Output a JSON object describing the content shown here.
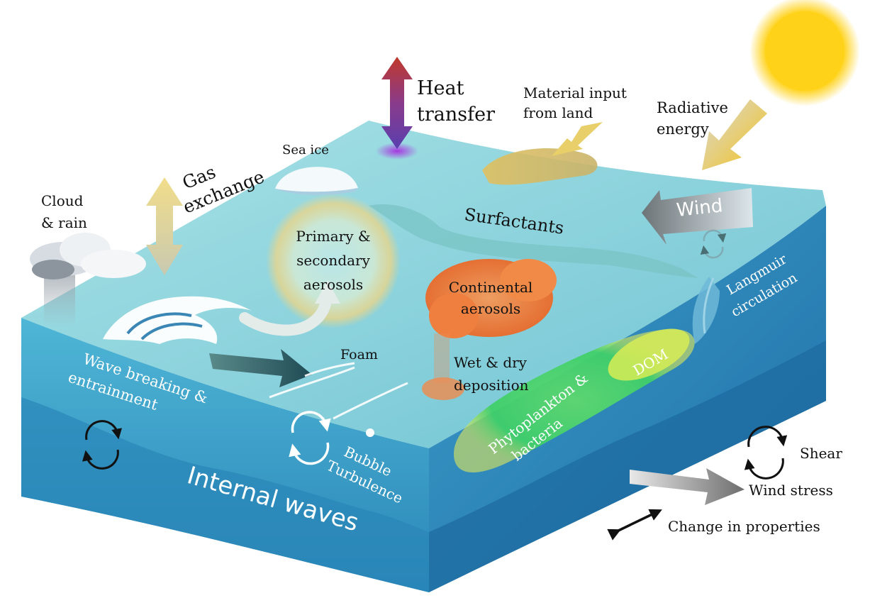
{
  "labels": {
    "heat": [
      "Heat",
      "transfer"
    ],
    "material": [
      "Material input",
      "from land"
    ],
    "radiative": [
      "Radiative",
      "energy"
    ],
    "gas": [
      "Gas",
      "exchange"
    ],
    "sea_ice": "Sea ice",
    "cloud": [
      "Cloud",
      "& rain"
    ],
    "surfactants": "Surfactants",
    "wind": "Wind",
    "aerosols": [
      "Primary &",
      "secondary",
      "aerosols"
    ],
    "continental": [
      "Continental",
      "aerosols"
    ],
    "langmuir": [
      "Langmuir",
      "circulation"
    ],
    "wave_breaking": [
      "Wave breaking &",
      "entrainment"
    ],
    "foam": "Foam",
    "wet_dry": [
      "Wet & dry",
      "deposition"
    ],
    "phyto": [
      "Phytoplankton &",
      "bacteria"
    ],
    "dom": "DOM",
    "bubble": [
      "Bubble",
      "Turbulence"
    ],
    "internal_waves": "Internal waves"
  },
  "legend": {
    "shear": "Shear",
    "wind_stress": "Wind stress",
    "change": "Change in properties"
  },
  "colors": {
    "sea_top": "#8fd3dc",
    "sea_side_front": "#3aa0c8",
    "sea_side_right": "#2f86b8",
    "sun": "#ffd21a",
    "phyto_glow": "#3fcf6a",
    "dom_glow": "#e6e64a",
    "continental": "#f07a3a",
    "heat_arrow_top": "#c0392b",
    "heat_arrow_mid": "#7b3fa0"
  },
  "icons": [
    "sun-icon",
    "cloud-icon",
    "sea-ice-icon",
    "wave-icon",
    "rotation-arrows-icon",
    "double-arrow-icon"
  ]
}
